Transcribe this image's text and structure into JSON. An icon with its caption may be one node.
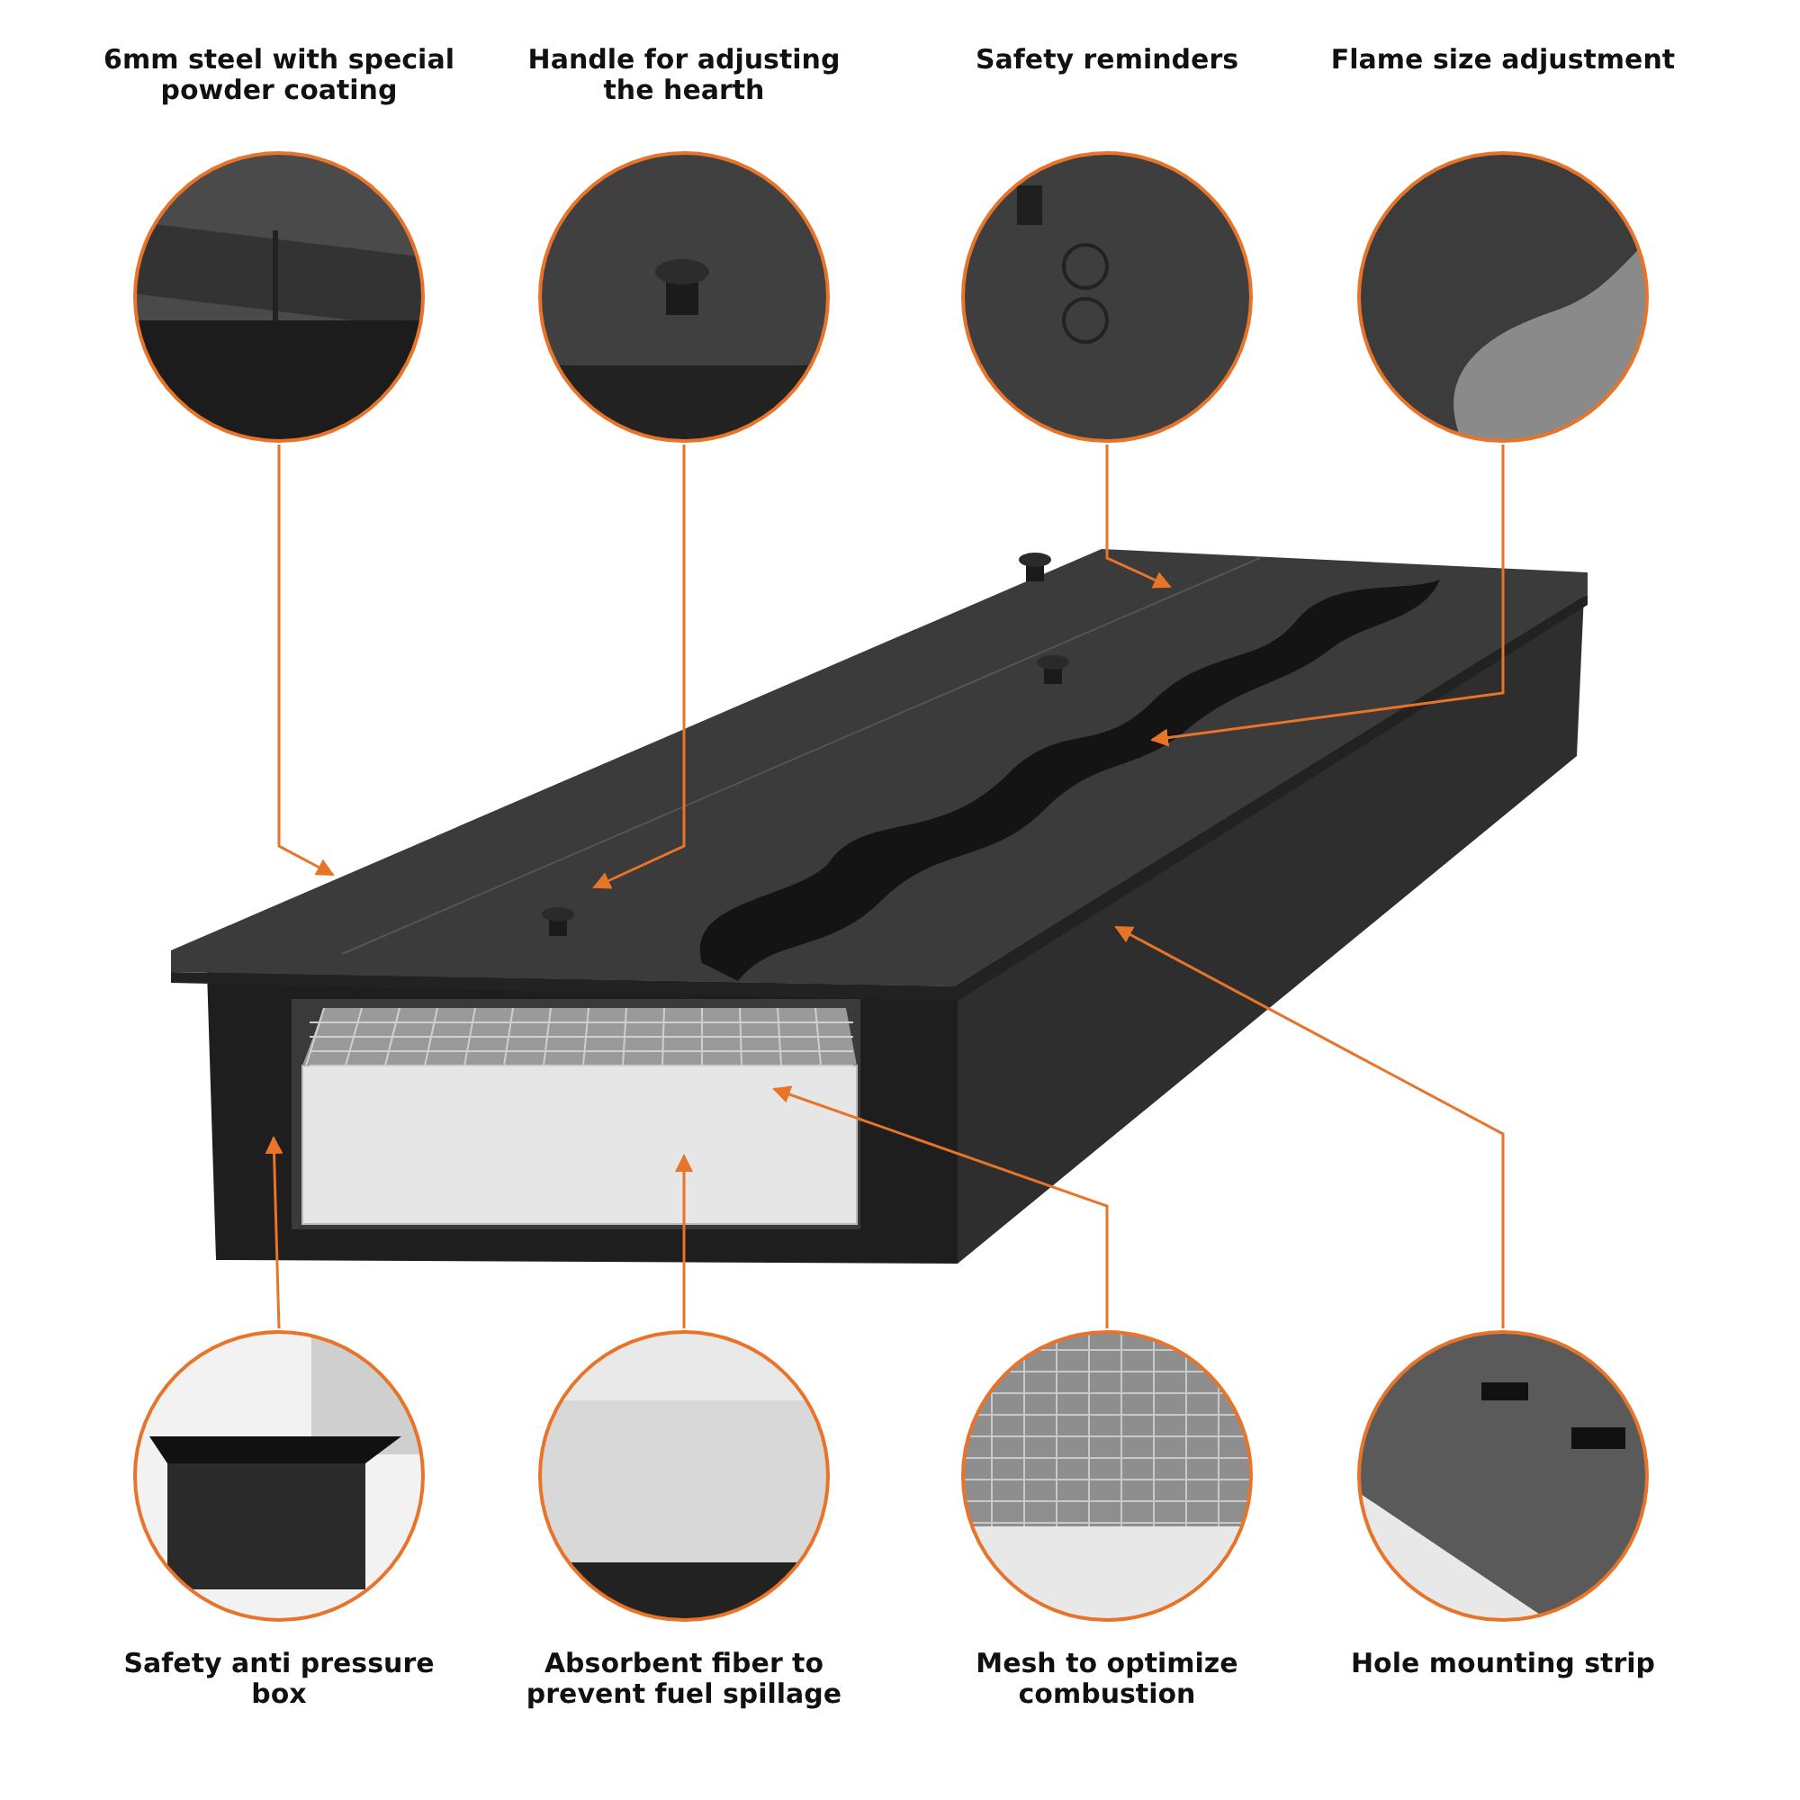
{
  "diagram": {
    "nodes": [
      {
        "text": [
          "6mm steel with special powder coating"
        ]
      },
      {
        "text": [
          "Handle for adjusting the hearth"
        ]
      },
      {
        "text": [
          "Safety reminders"
        ]
      },
      {
        "text": [
          "Flame size adjustment"
        ]
      },
      {
        "text": [
          "Safety anti pressure box"
        ]
      },
      {
        "text": [
          "Absorbent fiber to prevent fuel spillage"
        ]
      },
      {
        "text": [
          "Mesh to optimize combustion"
        ]
      },
      {
        "text": [
          "Hole mounting strip"
        ]
      }
    ],
    "edges": [
      {
        "from": 0,
        "to": null,
        "arrow": "to"
      },
      {
        "from": 1,
        "to": null,
        "arrow": "to"
      },
      {
        "from": 2,
        "to": null,
        "arrow": "to"
      },
      {
        "from": 3,
        "to": null,
        "arrow": "to"
      },
      {
        "from": 4,
        "to": null,
        "arrow": "to"
      },
      {
        "from": 5,
        "to": null,
        "arrow": "to"
      },
      {
        "from": 6,
        "to": null,
        "arrow": "to"
      },
      {
        "from": 7,
        "to": null,
        "arrow": "to"
      }
    ]
  }
}
